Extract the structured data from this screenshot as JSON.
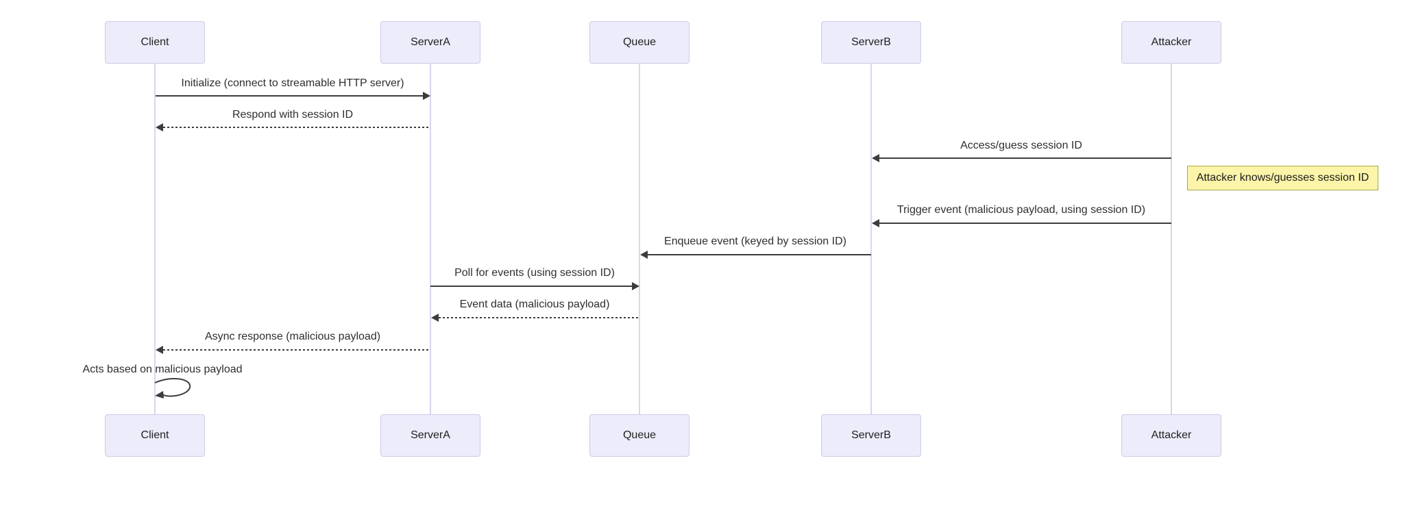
{
  "diagram": {
    "type": "sequence-diagram",
    "background": "#ffffff",
    "colors": {
      "actor_fill": "#ECECFB",
      "actor_border": "#CBCBE6",
      "lifeline": "#D9D5EF",
      "message_line": "#3c3c3c",
      "message_text": "#2e2e2e",
      "note_fill": "#FBF4A9",
      "note_border": "#A9A943"
    },
    "actors": [
      {
        "name": "Client"
      },
      {
        "name": "ServerA"
      },
      {
        "name": "Queue"
      },
      {
        "name": "ServerB"
      },
      {
        "name": "Attacker"
      }
    ],
    "messages": [
      {
        "label": "Initialize (connect to streamable HTTP server)",
        "from": "Client",
        "to": "ServerA",
        "style": "solid"
      },
      {
        "label": "Respond with session ID",
        "from": "ServerA",
        "to": "Client",
        "style": "dashed"
      },
      {
        "label": "Access/guess session ID",
        "from": "Attacker",
        "to": "ServerB",
        "style": "solid"
      },
      {
        "label": "Trigger event (malicious payload, using session ID)",
        "from": "Attacker",
        "to": "ServerB",
        "style": "solid"
      },
      {
        "label": "Enqueue event (keyed by session ID)",
        "from": "ServerB",
        "to": "Queue",
        "style": "solid"
      },
      {
        "label": "Poll for events (using session ID)",
        "from": "ServerA",
        "to": "Queue",
        "style": "solid"
      },
      {
        "label": "Event data (malicious payload)",
        "from": "Queue",
        "to": "ServerA",
        "style": "dashed"
      },
      {
        "label": "Async response (malicious payload)",
        "from": "ServerA",
        "to": "Client",
        "style": "dashed"
      },
      {
        "label": "Acts based on malicious payload",
        "from": "Client",
        "to": "Client",
        "style": "self"
      }
    ],
    "note": {
      "text": "Attacker knows/guesses session ID",
      "position": "right of Attacker"
    }
  }
}
